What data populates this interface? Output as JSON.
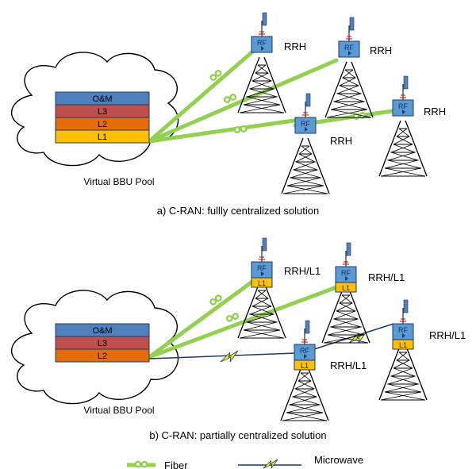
{
  "diagram_a": {
    "layers": [
      "O&M",
      "L3",
      "L2",
      "L1"
    ],
    "pool_label": "Virtual BBU Pool",
    "caption": "a) C-RAN: fullly centralized solution",
    "rf_label": "RF",
    "rrh_label": "RRH"
  },
  "diagram_b": {
    "layers": [
      "O&M",
      "L3",
      "L2"
    ],
    "pool_label": "Virtual BBU Pool",
    "caption": "b) C-RAN: partially centralized solution",
    "rf_label": "RF",
    "l1_label": "L1",
    "rrh_label": "RRH/L1"
  },
  "legend": {
    "fiber_label": "Fiber",
    "microwave_label": "Microwave"
  },
  "colors": {
    "om": "#4f81bd",
    "l3": "#c0504d",
    "l2": "#e46c0a",
    "l1": "#ffc000",
    "fiber": "#92d050",
    "rf_box": "#5b9bd5",
    "microwave_blue": "#1f3864",
    "microwave_yellow": "#ffff00"
  }
}
